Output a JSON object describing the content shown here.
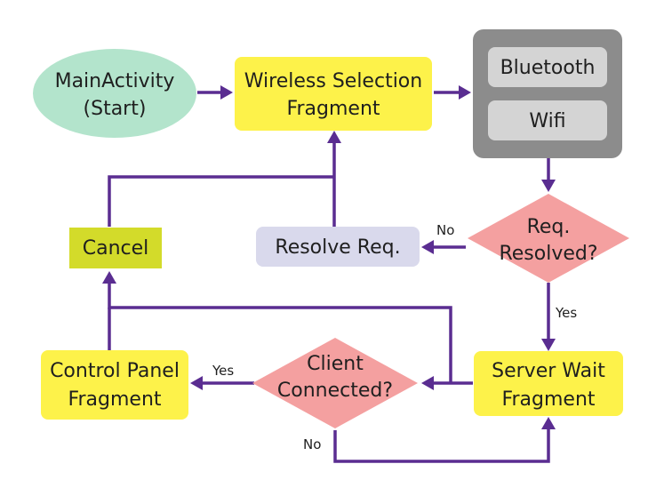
{
  "nodes": {
    "main_activity": {
      "line1": "MainActivity",
      "line2": "(Start)",
      "fill": "#b3e4cc"
    },
    "wireless_selection": {
      "line1": "Wireless Selection",
      "line2": "Fragment",
      "fill": "#fdf24a"
    },
    "radio_panel": {
      "fill": "#8c8c8c",
      "bluetooth": "Bluetooth",
      "wifi": "Wifi",
      "item_fill": "#d4d4d4"
    },
    "req_resolved": {
      "line1": "Req.",
      "line2": "Resolved?",
      "fill": "#f4a0a0"
    },
    "resolve_req": {
      "label": "Resolve Req.",
      "fill": "#d9d9ec"
    },
    "cancel": {
      "label": "Cancel",
      "fill": "#d3db2a"
    },
    "server_wait": {
      "line1": "Server Wait",
      "line2": "Fragment",
      "fill": "#fdf24a"
    },
    "client_connected": {
      "line1": "Client",
      "line2": "Connected?",
      "fill": "#f4a0a0"
    },
    "control_panel": {
      "line1": "Control Panel",
      "line2": "Fragment",
      "fill": "#fdf24a"
    }
  },
  "edge_labels": {
    "no_resolve": "No",
    "yes_resolved": "Yes",
    "yes_connected": "Yes",
    "no_connected": "No"
  },
  "edge_color": "#5a2d91"
}
